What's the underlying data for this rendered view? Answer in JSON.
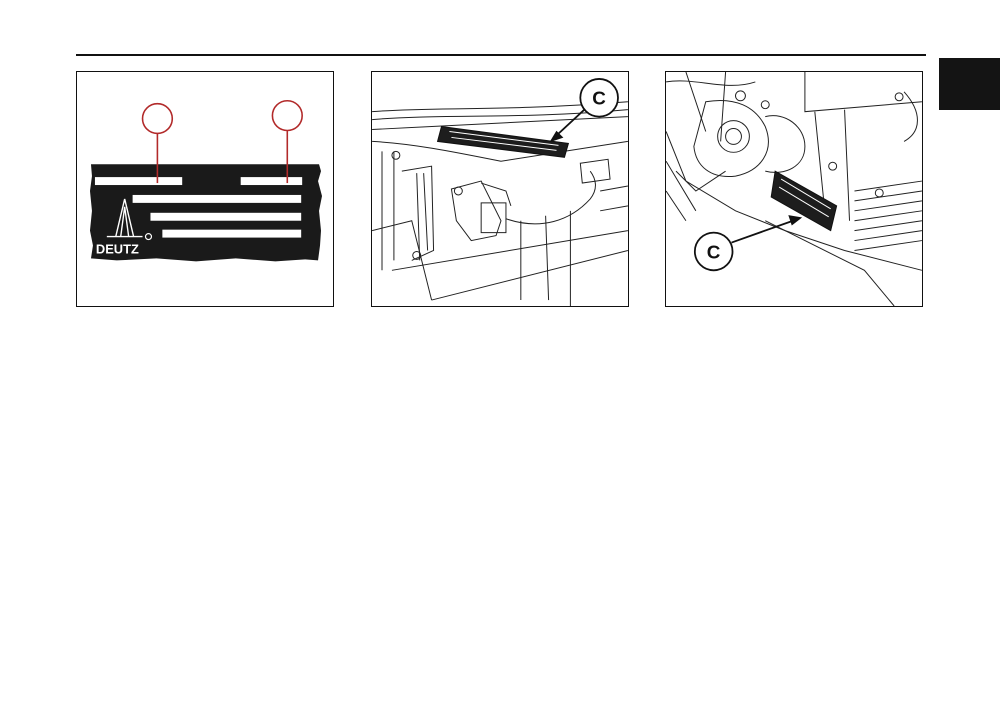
{
  "header": {
    "section_tab_color": "#141414",
    "rule_color": "#111111"
  },
  "figures": {
    "plate": {
      "icon": "deutz-logo-icon",
      "brand_text": "DEUTZ",
      "plate_color": "#1a1a1a",
      "leader_color": "#b22a2a"
    },
    "engine_left": {
      "callout_label": "C"
    },
    "engine_right": {
      "callout_label": "C"
    }
  }
}
